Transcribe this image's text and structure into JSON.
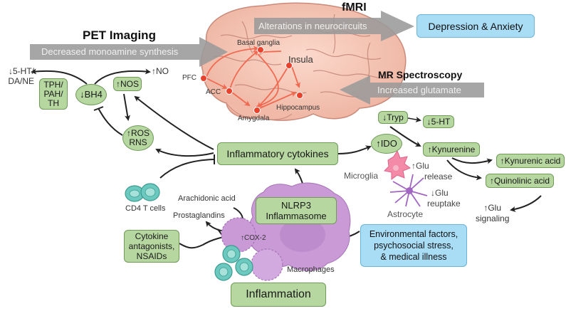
{
  "imaging": {
    "pet": {
      "title": "PET Imaging",
      "finding": "Decreased monoamine synthesis"
    },
    "fmri": {
      "title": "fMRI",
      "finding": "Alterations in neurocircuits"
    },
    "mrs": {
      "title": "MR Spectroscopy",
      "finding": "Increased glutamate"
    }
  },
  "outcome": "Depression & Anxiety",
  "brain_regions": {
    "basal_ganglia": "Basal ganglia",
    "insula": "Insula",
    "pfc": "PFC",
    "acc": "ACC",
    "amygdala": "Amygdala",
    "hippocampus": "Hippocampus"
  },
  "bh4_pathway": {
    "monoamines_line1": "↓5-HT/",
    "monoamines_line2": "DA/NE",
    "enzymes_line1": "TPH/",
    "enzymes_line2": "PAH/",
    "enzymes_line3": "TH",
    "bh4": "↓BH4",
    "nos": "↑NOS",
    "no": "↑NO",
    "ros_line1": "↑ROS",
    "ros_line2": "RNS"
  },
  "center": {
    "cytokines": "Inflammatory cytokines",
    "nlrp3_line1": "NLRP3",
    "nlrp3_line2": "Inflammasome",
    "inflammation": "Inflammation"
  },
  "kynurenine_pathway": {
    "tryp": "↓Tryp",
    "serotonin": "↓5-HT",
    "ido": "↑IDO",
    "kynurenine": "↑Kynurenine",
    "kynurenic_acid": "↑Kynurenic acid",
    "quinolinic_acid": "↑Quinolinic acid",
    "glu_signaling_line1": "↑Glu",
    "glu_signaling_line2": "signaling"
  },
  "glia": {
    "microglia": "Microglia",
    "astrocyte": "Astrocyte",
    "glu_release_line1": "↑Glu",
    "glu_release_line2": "release",
    "glu_reuptake_line1": "↓Glu",
    "glu_reuptake_line2": "reuptake"
  },
  "immune": {
    "cd4": "CD4 T cells",
    "arachidonic": "Arachidonic acid",
    "prostaglandins": "Prostaglandins",
    "cox2": "↑COX-2",
    "macrophages": "Macrophages",
    "antagonists_line1": "Cytokine",
    "antagonists_line2": "antagonists,",
    "antagonists_line3": "NSAIDs"
  },
  "environment": {
    "line1": "Environmental factors,",
    "line2": "psychosocial stress,",
    "line3": "& medical illness"
  },
  "colors": {
    "green_box": "#b6d7a0",
    "green_border": "#6f9a58",
    "blue_box": "#a9dcf5",
    "gray_arrow": "#9a9a9a",
    "brain": "#f4c4b4",
    "region_dot": "#e8412c",
    "cell_teal": "#6cc9bf",
    "macrophage": "#c99ad6"
  }
}
